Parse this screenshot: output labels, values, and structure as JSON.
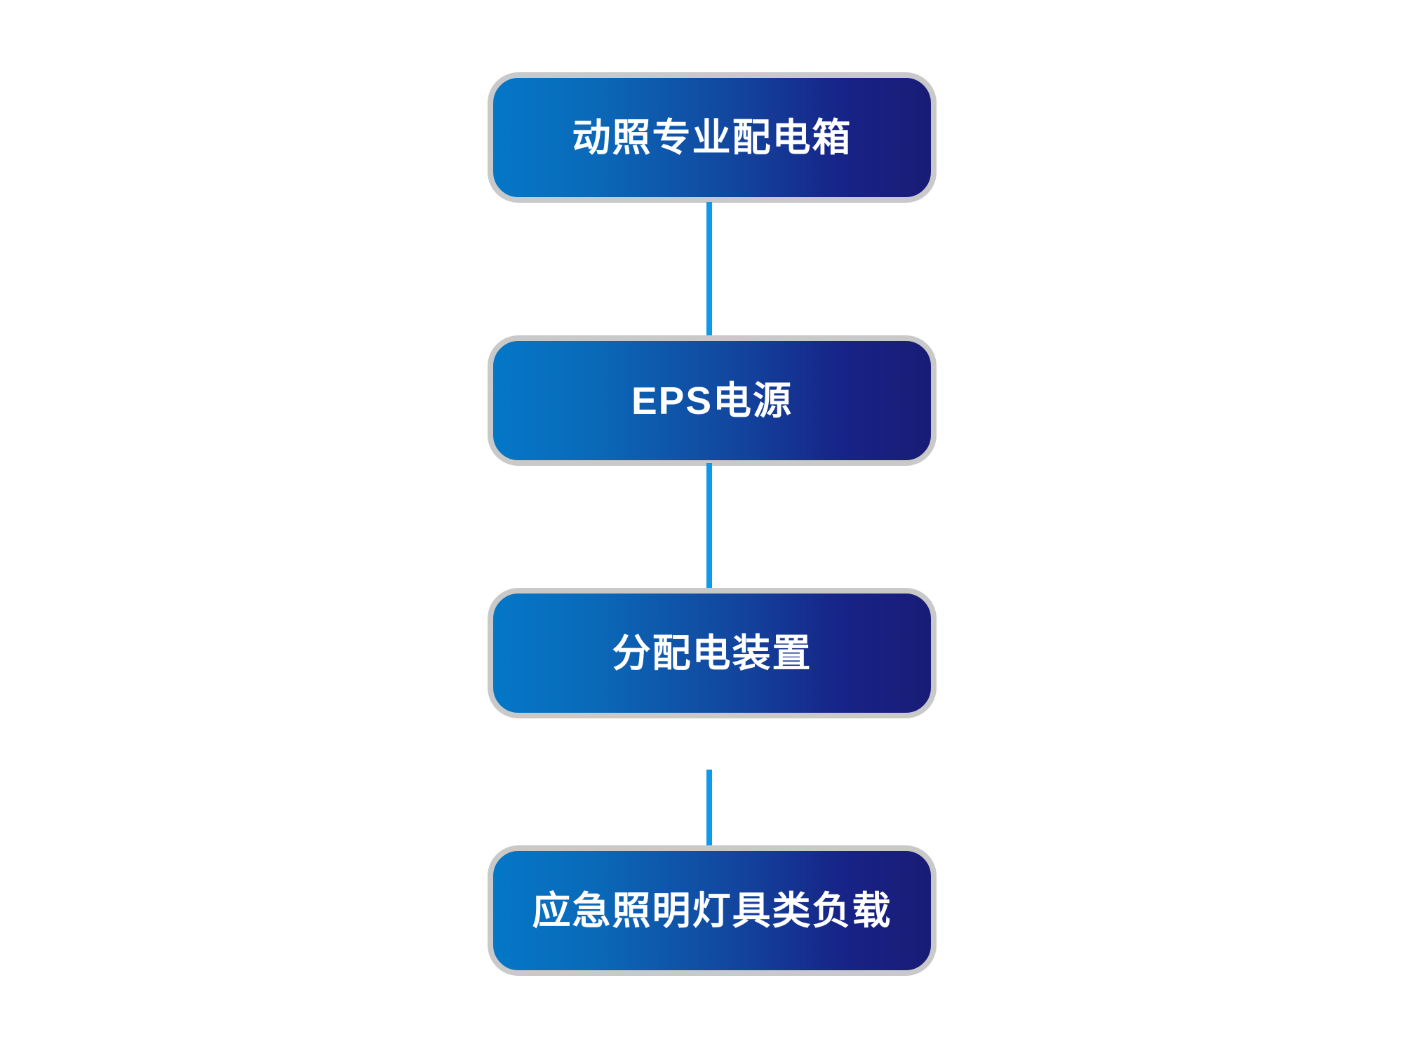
{
  "diagram": {
    "type": "vertical-flowchart",
    "background_color": "#ffffff",
    "orientation": "top-to-bottom",
    "node_style": {
      "shape": "rounded-rectangle",
      "gradient_start_color": "#0477c7",
      "gradient_end_color": "#181c76",
      "gradient_direction": "left-to-right",
      "border_color": "#c9c9c9",
      "text_color": "#ffffff"
    },
    "connector_style": {
      "color": "#0d9ae8",
      "shape": "straight-vertical-line"
    },
    "nodes": [
      {
        "id": "node-1",
        "label": "动照专业配电箱"
      },
      {
        "id": "node-2",
        "label": "EPS电源"
      },
      {
        "id": "node-3",
        "label": "分配电装置"
      },
      {
        "id": "node-4",
        "label": "应急照明灯具类负载"
      }
    ],
    "connectors": [
      {
        "id": "connector-1",
        "from": "node-1",
        "to": "node-2"
      },
      {
        "id": "connector-2",
        "from": "node-2",
        "to": "node-3"
      },
      {
        "id": "connector-3",
        "from": "node-3",
        "to": "node-4"
      }
    ]
  }
}
